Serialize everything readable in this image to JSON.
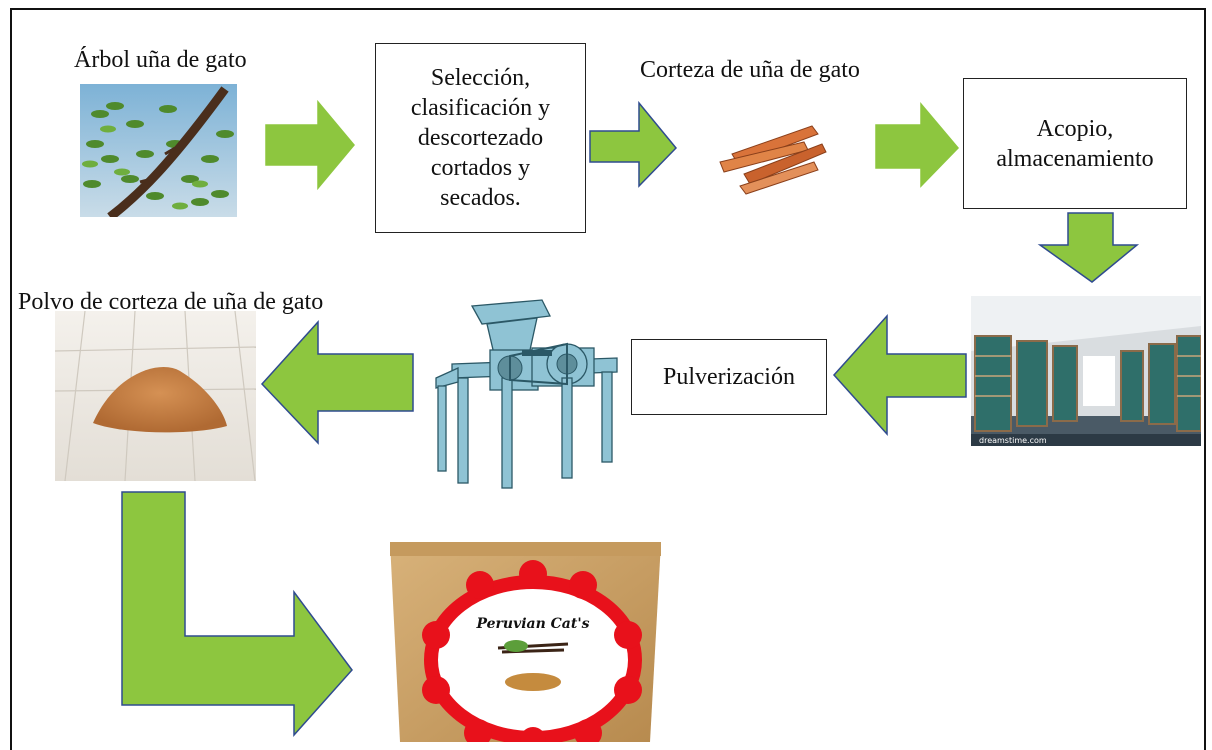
{
  "labels": {
    "tree": "Árbol uña de gato",
    "bark": "Corteza de uña de gato",
    "powder": "Polvo de corteza de uña de gato"
  },
  "steps": {
    "selection": [
      "Selección,",
      "clasificación y",
      "descortezado",
      "cortados y",
      "secados."
    ],
    "storage": [
      "Acopio,",
      "almacenamiento"
    ],
    "pulverize": "Pulverización"
  },
  "product": {
    "brand": "Peruvian Cat's"
  },
  "colors": {
    "arrow_fill": "#8dc63f",
    "arrow_stroke": "#2f4b8f",
    "seal_red": "#e8111b",
    "kraft": "#c69a5a"
  },
  "icons": {
    "tree_photo": "tree-branch-icon",
    "bark_photo": "bark-strips-icon",
    "warehouse_photo": "warehouse-icon",
    "mill_drawing": "pulverizer-machine-icon",
    "powder_photo": "powder-pile-icon",
    "package_photo": "kraft-pouch-icon"
  },
  "watermark": "dreamstime.com"
}
